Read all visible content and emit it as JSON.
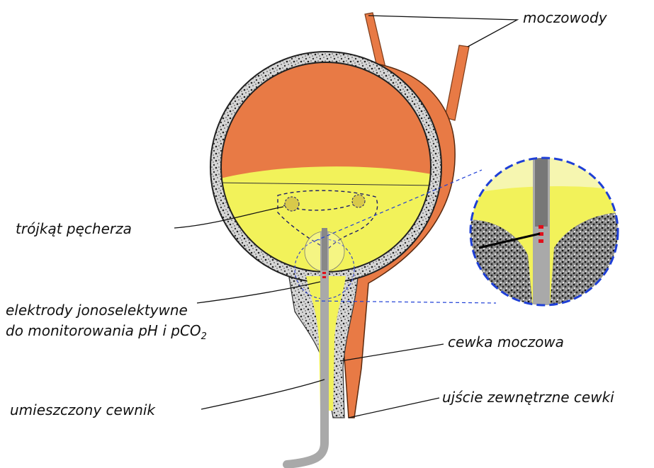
{
  "labels": {
    "ureters": "moczowody",
    "trigone": "trójkąt pęcherza",
    "electrodes_line1": "elektrody jonoselektywne",
    "electrodes_line2": "do monitorowania pH i pCO",
    "electrodes_sub": "2",
    "urethra": "cewka moczowa",
    "catheter": "umieszczony cewnik",
    "meatus": "ujście zewnętrzne cewki"
  },
  "colors": {
    "bladder": "#E87A45",
    "urine": "#F2F25A",
    "wall": "#BDBDBD",
    "catheter": "#A9A9A9",
    "electrode": "#E0101C",
    "zoom_circle": "#1E3FD6"
  }
}
